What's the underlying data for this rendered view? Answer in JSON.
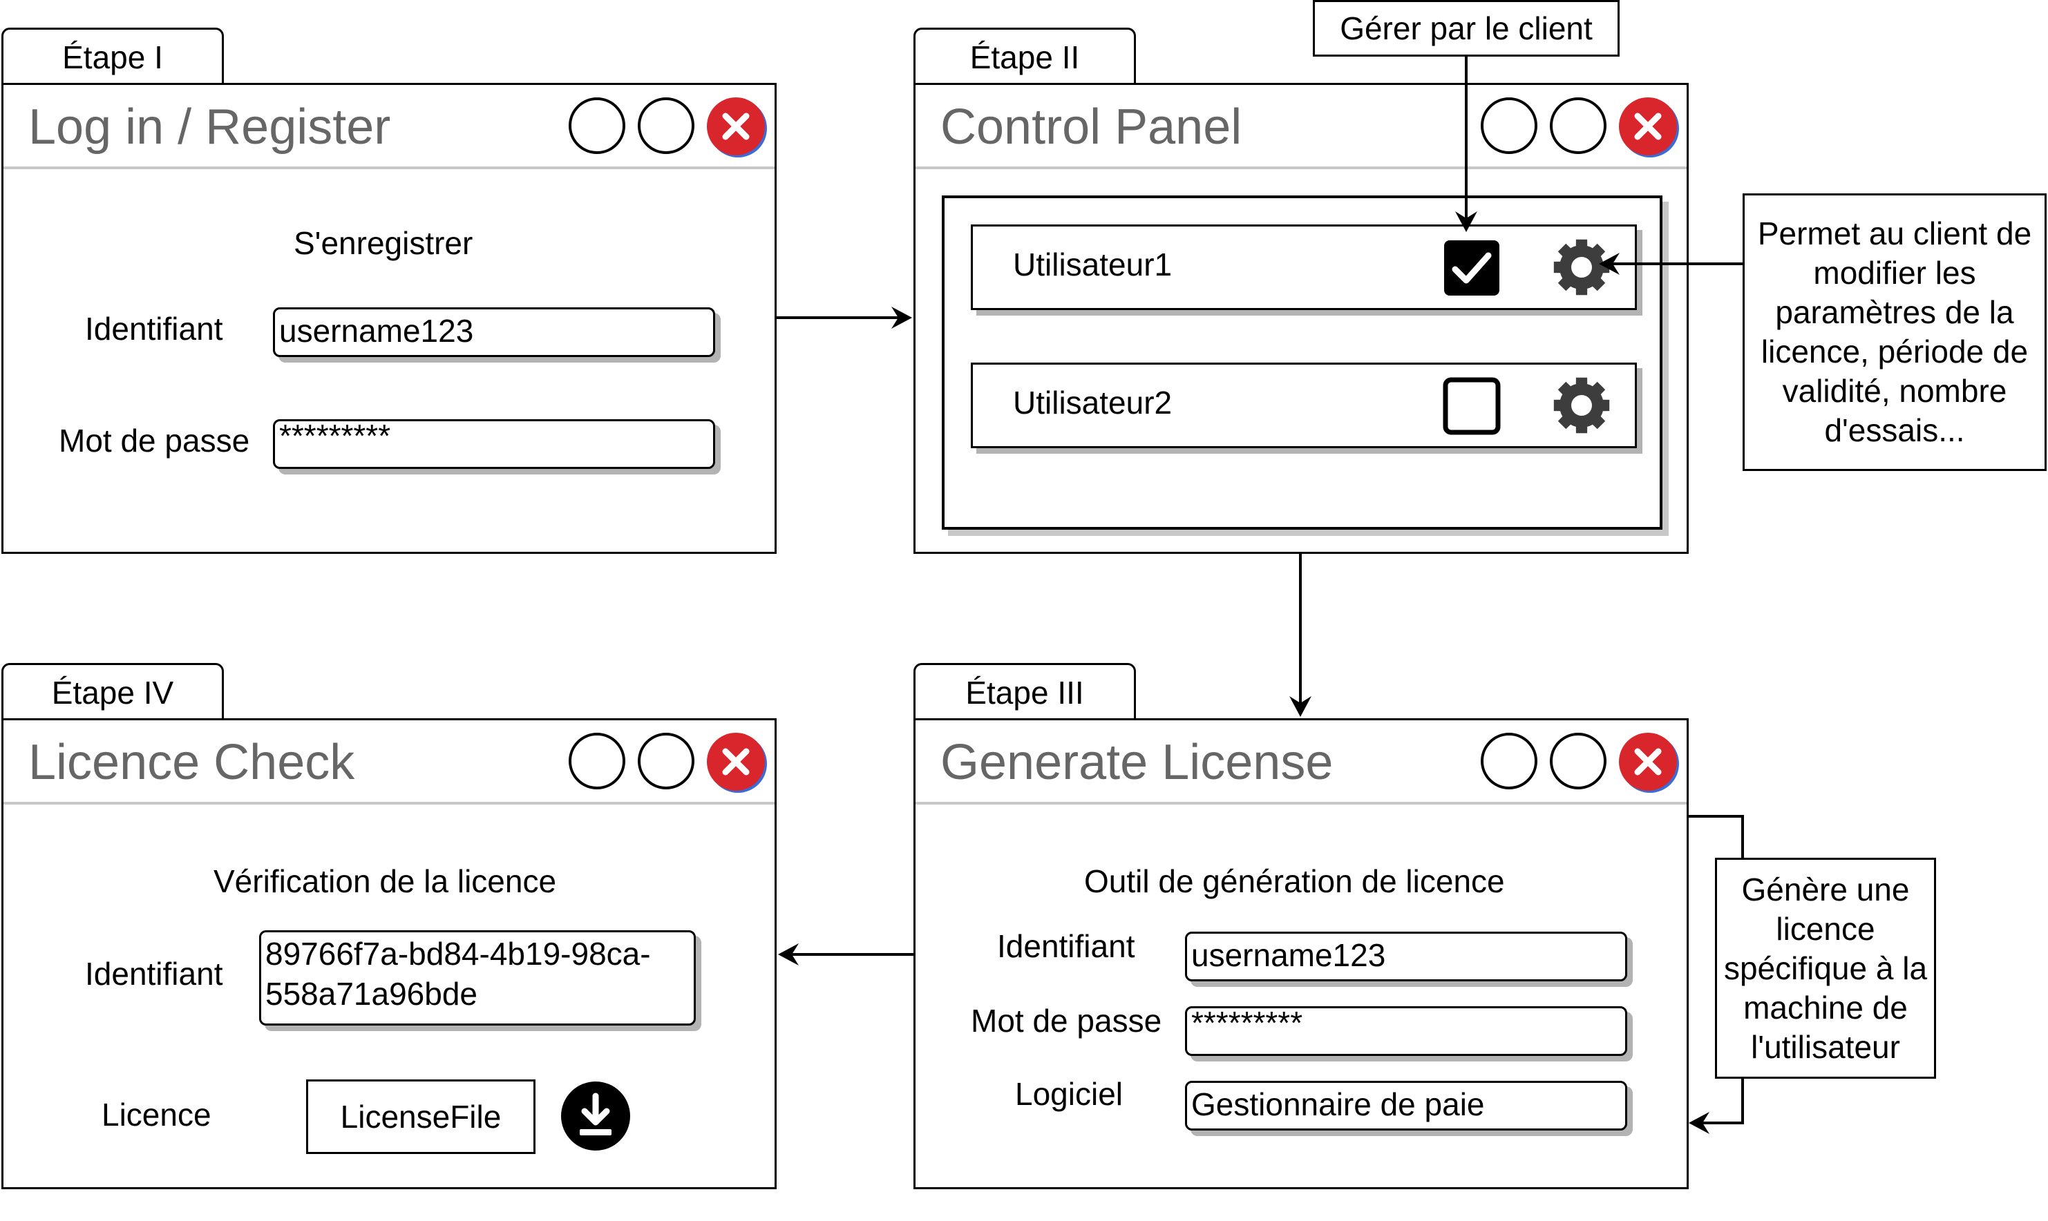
{
  "steps": {
    "s1": "Étape I",
    "s2": "Étape II",
    "s3": "Étape III",
    "s4": "Étape IV"
  },
  "login": {
    "title": "Log in / Register",
    "heading": "S'enregistrer",
    "id_label": "Identifiant",
    "id_value": "username123",
    "pw_label": "Mot de passe",
    "pw_value": "*********"
  },
  "control": {
    "title": "Control Panel",
    "users": [
      {
        "name": "Utilisateur1",
        "checked": true
      },
      {
        "name": "Utilisateur2",
        "checked": false
      }
    ]
  },
  "generate": {
    "title": "Generate License",
    "heading": "Outil de génération de licence",
    "id_label": "Identifiant",
    "id_value": "username123",
    "pw_label": "Mot de passe",
    "pw_value": "*********",
    "sw_label": "Logiciel",
    "sw_value": "Gestionnaire de paie"
  },
  "check": {
    "title": "Licence Check",
    "heading": "Vérification de la licence",
    "id_label": "Identifiant",
    "id_value_line1": "89766f7a-bd84-4b19-98ca-",
    "id_value_line2": "558a71a96bde",
    "lic_label": "Licence",
    "lic_file": "LicenseFile"
  },
  "notes": {
    "client": "Gérer par le client",
    "params_lines": [
      "Permet au client de",
      "modifier les",
      "paramètres de la",
      "licence, période de",
      "validité, nombre",
      "d'essais..."
    ],
    "gen_lines": [
      "Génère une",
      "licence",
      "spécifique à la",
      "machine de",
      "l'utilisateur"
    ]
  },
  "colors": {
    "close": "#d9262c",
    "title_gray": "#666666",
    "shadow": "#b3b3b3"
  },
  "icons": {
    "window_close": "close-icon",
    "settings": "gear-icon",
    "checkbox": "checkbox-icon",
    "download": "download-icon"
  }
}
